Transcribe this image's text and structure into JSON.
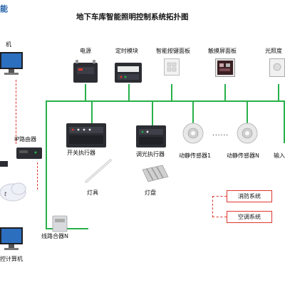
{
  "brand": {
    "logo_text": "能"
  },
  "title": "地下车库智能照明控制系统拓扑图",
  "top_devices": [
    {
      "label": "电源"
    },
    {
      "label": "定时模块"
    },
    {
      "label": "智能按键面板"
    },
    {
      "label": "触摸屏面板"
    },
    {
      "label": "光照度"
    }
  ],
  "mid_devices": {
    "switch_actuator": "开关执行器",
    "dimmer": "调光执行器",
    "sensor1": "动静传感器1",
    "sensorN": "动静传感器N",
    "ellipsis": "......",
    "input_partial": "输入",
    "lamp": "灯具",
    "lamp_panel": "灯盘"
  },
  "left": {
    "pc_top": "机",
    "router": "IP路由器",
    "cloud_text": "t",
    "pc_bottom": "控计算机",
    "line_coupler": "线路合器N"
  },
  "systems": {
    "fire": "消防系统",
    "hvac": "空调系统"
  },
  "colors": {
    "bus": "#28b04a",
    "link": "#e0362c",
    "title": "#111111",
    "logo": "#1f5fa8"
  }
}
